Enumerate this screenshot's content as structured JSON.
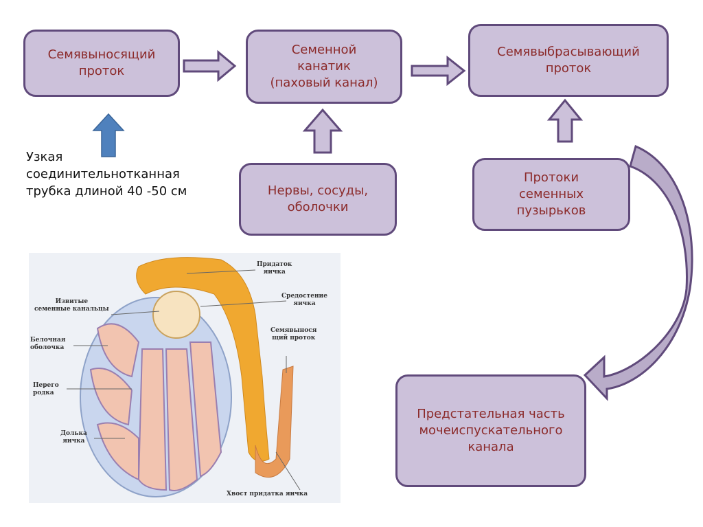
{
  "boxes": {
    "vas_deferens": "Семявыносящий\nпроток",
    "spermatic_cord": "Семенной\nканатик\n(паховый канал)",
    "ejaculatory_duct": "Семявыбрасывающий\nпроток",
    "nerves": "Нервы, сосуды,\nоболочки",
    "seminal_vesicle_ducts": "Протоки\nсеменных\nпузырьков",
    "prostatic_urethra": "Предстательная часть\nмочеиспускательного\nканала"
  },
  "note": "Узкая\nсоединительнотканная\nтрубка  длиной 40 -50 см",
  "illustration": {
    "labels": {
      "epididymis": "Придаток\nяичка",
      "mediastinum": "Средостение\nяичка",
      "vas_deferens": "Семявынося\nщий проток",
      "convoluted_tubules": "Извитые\nсеменные канальцы",
      "tunica_albuginea": "Белочная\nоболочка",
      "septum": "Перего\nродка",
      "lobule": "Долька\nяичка",
      "tail": "Хвост придатка яичка"
    }
  },
  "colors": {
    "box_fill": "#ccc1da",
    "box_border": "#604a7b",
    "box_text": "#8b2a2a",
    "blue_arrow": "#4f81bd",
    "epididymis": "#f0a830",
    "lobule": "#f2c4b0"
  }
}
